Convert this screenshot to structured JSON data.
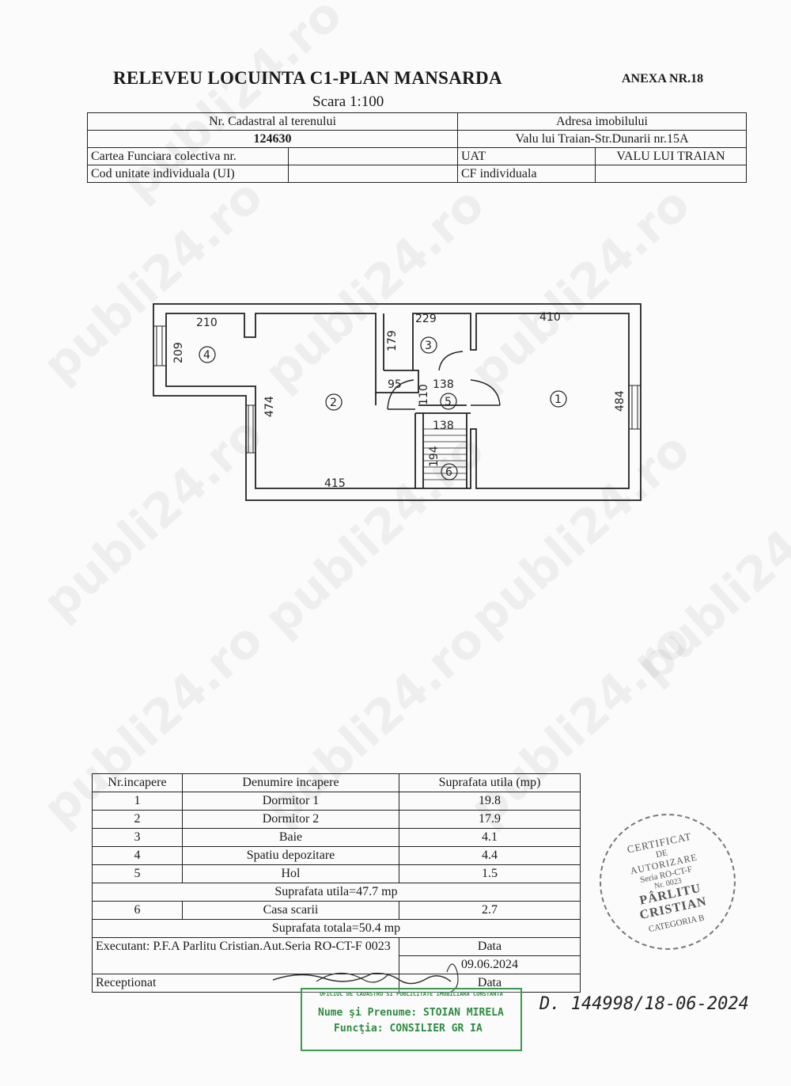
{
  "header": {
    "title": "RELEVEU LOCUINTA C1-PLAN MANSARDA",
    "annex": "ANEXA NR.18",
    "scale": "Scara 1:100"
  },
  "info_table": {
    "cadastral_label": "Nr. Cadastral al terenului",
    "cadastral_value": "124630",
    "address_label": "Adresa imobilului",
    "address_value": "Valu lui Traian-Str.Dunarii nr.15A",
    "cf_colectiva_label": "Cartea Funciara colectiva nr.",
    "uat_label": "UAT",
    "uat_value": "VALU LUI TRAIAN",
    "cod_ui_label": "Cod unitate individuala (UI)",
    "cf_individuala_label": "CF individuala"
  },
  "plan": {
    "dimensions": {
      "d410": "410",
      "d484": "484",
      "d229": "229",
      "d179": "179",
      "d210": "210",
      "d209": "209",
      "d474": "474",
      "d415": "415",
      "d95": "95",
      "d138a": "138",
      "d110": "110",
      "d138b": "138",
      "d194": "194"
    },
    "room_numbers": {
      "r1": "1",
      "r2": "2",
      "r3": "3",
      "r4": "4",
      "r5": "5",
      "r6": "6"
    }
  },
  "rooms_table": {
    "headers": [
      "Nr.incapere",
      "Denumire incapere",
      "Suprafata utila (mp)"
    ],
    "rows": [
      {
        "nr": "1",
        "name": "Dormitor 1",
        "area": "19.8"
      },
      {
        "nr": "2",
        "name": "Dormitor 2",
        "area": "17.9"
      },
      {
        "nr": "3",
        "name": "Baie",
        "area": "4.1"
      },
      {
        "nr": "4",
        "name": "Spatiu depozitare",
        "area": "4.4"
      },
      {
        "nr": "5",
        "name": "Hol",
        "area": "1.5"
      }
    ],
    "subtotal": "Suprafata utila=47.7 mp",
    "row6": {
      "nr": "6",
      "name": "Casa scarii",
      "area": "2.7"
    },
    "total": "Suprafata totala=50.4 mp",
    "executant": "Executant: P.F.A Parlitu Cristian.Aut.Seria RO-CT-F 0023",
    "data_label": "Data",
    "data_value": "09.06.2024",
    "receptionat": "Receptionat",
    "data_label2": "Data"
  },
  "stamps": {
    "green_header": "OFICIUL DE CADASTRU SI PUBLICITATE IMOBILIARA CONSTANTA",
    "green_name": "Nume şi Prenume: STOIAN MIRELA",
    "green_function": "Funcţia: CONSILIER GR IA",
    "handwritten_ref": "D. 144998/18-06-2024",
    "round_certificat": "CERTIFICAT",
    "round_de": "DE",
    "round_autorizare": "AUTORIZARE",
    "round_seria": "Seria RO-CT-F",
    "round_nr": "Nr. 0023",
    "round_name1": "PÂRLITU",
    "round_name2": "CRISTIAN",
    "round_categoria": "CATEGORIA B"
  },
  "watermark": "publi24.ro"
}
